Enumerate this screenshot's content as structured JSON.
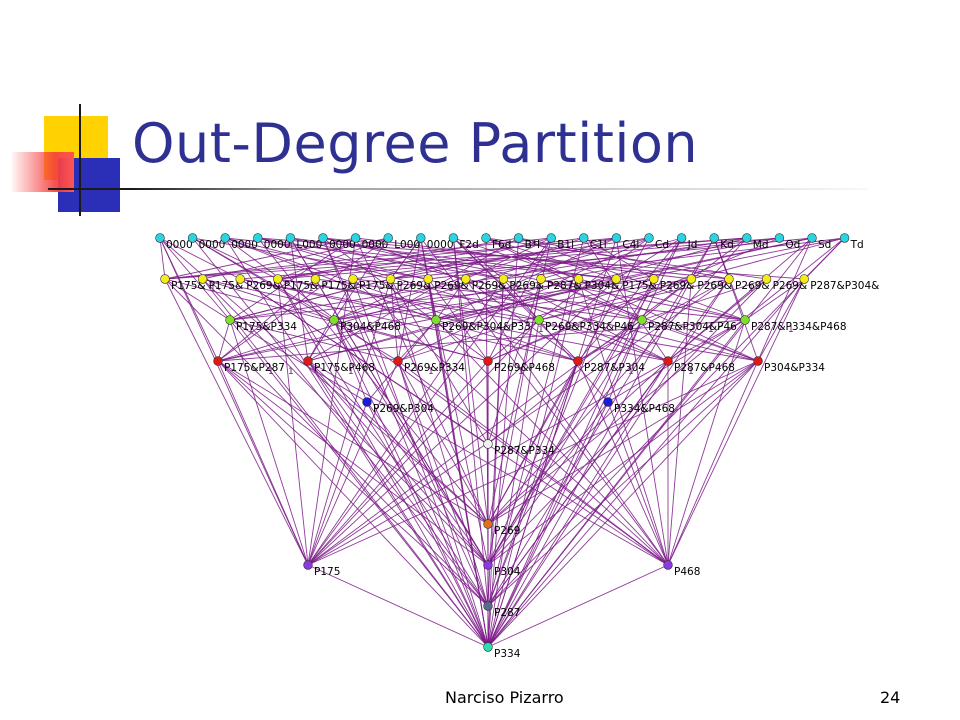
{
  "slide": {
    "title": "Out-Degree Partition",
    "footer_author": "Narciso Pizarro",
    "page_number": "24"
  },
  "graph": {
    "edge_color": "#7a1a86",
    "nodes": [
      {
        "id": "r0",
        "label": "0000",
        "color": "#2ad4e0"
      },
      {
        "id": "r1",
        "label": "0000",
        "color": "#2ad4e0"
      },
      {
        "id": "r2",
        "label": "0000",
        "color": "#2ad4e0"
      },
      {
        "id": "r3",
        "label": "0000",
        "color": "#2ad4e0"
      },
      {
        "id": "r4",
        "label": "L000",
        "color": "#2ad4e0"
      },
      {
        "id": "r5",
        "label": "0000",
        "color": "#2ad4e0"
      },
      {
        "id": "r6",
        "label": "0000",
        "color": "#2ad4e0"
      },
      {
        "id": "r7",
        "label": "L000",
        "color": "#2ad4e0"
      },
      {
        "id": "r8",
        "label": "0000",
        "color": "#2ad4e0"
      },
      {
        "id": "r9",
        "label": "F2d",
        "color": "#2ad4e0"
      },
      {
        "id": "r10",
        "label": "F6d",
        "color": "#2ad4e0"
      },
      {
        "id": "r11",
        "label": "B*l",
        "color": "#2ad4e0"
      },
      {
        "id": "r12",
        "label": "B1l",
        "color": "#2ad4e0"
      },
      {
        "id": "r13",
        "label": "C1l",
        "color": "#2ad4e0"
      },
      {
        "id": "r14",
        "label": "C4l",
        "color": "#2ad4e0"
      },
      {
        "id": "r15",
        "label": "Cd",
        "color": "#2ad4e0"
      },
      {
        "id": "r16",
        "label": "Jd",
        "color": "#2ad4e0"
      },
      {
        "id": "r17",
        "label": "Kd",
        "color": "#2ad4e0"
      },
      {
        "id": "r18",
        "label": "Md",
        "color": "#2ad4e0"
      },
      {
        "id": "r19",
        "label": "Od",
        "color": "#2ad4e0"
      },
      {
        "id": "r20",
        "label": "Sd",
        "color": "#2ad4e0"
      },
      {
        "id": "r21",
        "label": "Td",
        "color": "#2ad4e0"
      },
      {
        "id": "y0",
        "label": "P175&",
        "color": "#f4ec1a"
      },
      {
        "id": "y1",
        "label": "P175&",
        "color": "#f4ec1a"
      },
      {
        "id": "y2",
        "label": "P269&",
        "color": "#f4ec1a"
      },
      {
        "id": "y3",
        "label": "P175&",
        "color": "#f4ec1a"
      },
      {
        "id": "y4",
        "label": "P175&",
        "color": "#f4ec1a"
      },
      {
        "id": "y5",
        "label": "P175&",
        "color": "#f4ec1a"
      },
      {
        "id": "y6",
        "label": "P269&",
        "color": "#f4ec1a"
      },
      {
        "id": "y7",
        "label": "P269&",
        "color": "#f4ec1a"
      },
      {
        "id": "y8",
        "label": "P269&",
        "color": "#f4ec1a"
      },
      {
        "id": "y9",
        "label": "P269&",
        "color": "#f4ec1a"
      },
      {
        "id": "y10",
        "label": "P287&",
        "color": "#f4ec1a"
      },
      {
        "id": "y11",
        "label": "P304&",
        "color": "#f4ec1a"
      },
      {
        "id": "y12",
        "label": "P175&",
        "color": "#f4ec1a"
      },
      {
        "id": "y13",
        "label": "P269&",
        "color": "#f4ec1a"
      },
      {
        "id": "y14",
        "label": "P269&",
        "color": "#f4ec1a"
      },
      {
        "id": "y15",
        "label": "P269&",
        "color": "#f4ec1a"
      },
      {
        "id": "y16",
        "label": "P269&",
        "color": "#f4ec1a"
      },
      {
        "id": "y17",
        "label": "P287&P304&",
        "color": "#f4ec1a"
      },
      {
        "id": "g0",
        "label": "P175&P334",
        "color": "#7ee02a"
      },
      {
        "id": "g1",
        "label": "P304&P468",
        "color": "#7ee02a"
      },
      {
        "id": "g2",
        "label": "P269&P304&P33",
        "color": "#7ee02a"
      },
      {
        "id": "g3",
        "label": "P269&P334&P46",
        "color": "#7ee02a"
      },
      {
        "id": "g4",
        "label": "P287&P304&P46",
        "color": "#7ee02a"
      },
      {
        "id": "g5",
        "label": "P287&P334&P468",
        "color": "#7ee02a"
      },
      {
        "id": "d0",
        "label": "P175&P287",
        "color": "#e01818"
      },
      {
        "id": "d1",
        "label": "P175&P468",
        "color": "#e01818"
      },
      {
        "id": "d2",
        "label": "P269&P334",
        "color": "#e01818"
      },
      {
        "id": "d3",
        "label": "P269&P468",
        "color": "#e01818"
      },
      {
        "id": "d4",
        "label": "P287&P304",
        "color": "#e01818"
      },
      {
        "id": "d5",
        "label": "P287&P468",
        "color": "#e01818"
      },
      {
        "id": "d6",
        "label": "P304&P334",
        "color": "#e01818"
      },
      {
        "id": "b0",
        "label": "P269&P304",
        "color": "#1a1ae0"
      },
      {
        "id": "b1",
        "label": "P334&P468",
        "color": "#1a1ae0"
      },
      {
        "id": "w0",
        "label": "P287&P334",
        "color": "#f0f0f0"
      },
      {
        "id": "o0",
        "label": "P269",
        "color": "#e07020"
      },
      {
        "id": "p0",
        "label": "P175",
        "color": "#8a3ae0"
      },
      {
        "id": "p1",
        "label": "P304",
        "color": "#8a3ae0"
      },
      {
        "id": "p2",
        "label": "P468",
        "color": "#8a3ae0"
      },
      {
        "id": "s0",
        "label": "P287",
        "color": "#5a6a8a"
      },
      {
        "id": "t0",
        "label": "P334",
        "color": "#2ae0b0"
      }
    ]
  }
}
